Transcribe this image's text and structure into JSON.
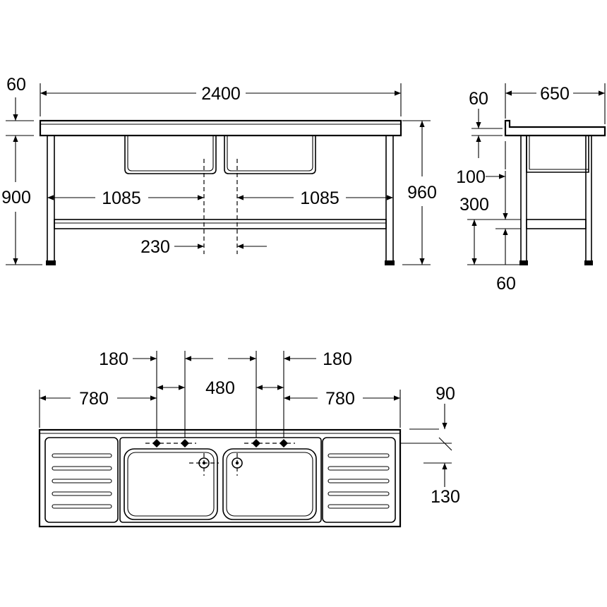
{
  "front_view": {
    "overall_length": "2400",
    "top_thickness": "60",
    "leg_height": "900",
    "total_height": "960",
    "bowl_left_offset": "1085",
    "bowl_right_offset": "1085",
    "bowl_gap": "230"
  },
  "side_view": {
    "depth": "650",
    "top_thickness": "60",
    "upstand": "100",
    "shelf_height": "300",
    "foot_height": "60"
  },
  "top_view": {
    "tap_left_offset": "180",
    "tap_right_offset": "180",
    "tap_spacing": "480",
    "left_drainer": "780",
    "right_drainer": "780",
    "tap_from_back": "90",
    "waste_from_back": "130"
  }
}
